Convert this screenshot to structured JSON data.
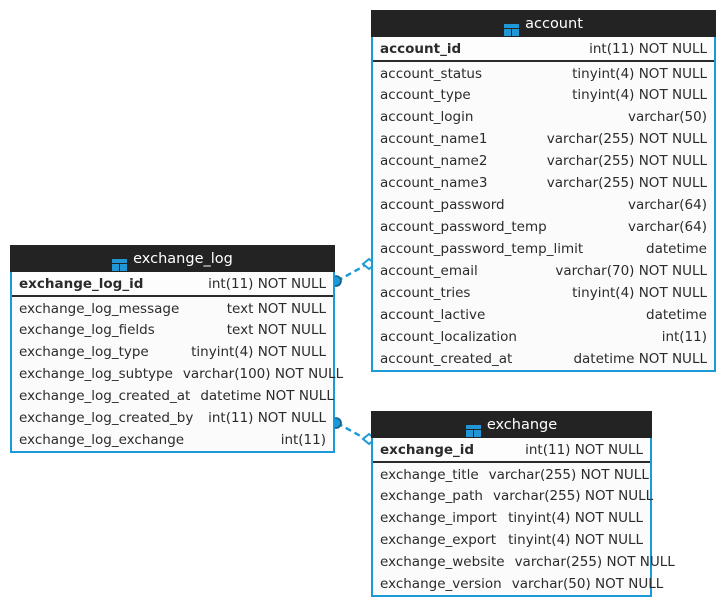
{
  "diagram": {
    "type": "entity-relationship-diagram",
    "accent_color": "#1a9ad7",
    "header_color": "#232323",
    "background": "#ffffff",
    "table_icon_name": "table-icon"
  },
  "tables": [
    {
      "id": "account",
      "name": "account",
      "primary_key": {
        "name": "account_id",
        "type": "int(11) NOT NULL"
      },
      "columns": [
        {
          "name": "account_status",
          "type": "tinyint(4) NOT NULL"
        },
        {
          "name": "account_type",
          "type": "tinyint(4) NOT NULL"
        },
        {
          "name": "account_login",
          "type": "varchar(50)"
        },
        {
          "name": "account_name1",
          "type": "varchar(255) NOT NULL"
        },
        {
          "name": "account_name2",
          "type": "varchar(255) NOT NULL"
        },
        {
          "name": "account_name3",
          "type": "varchar(255) NOT NULL"
        },
        {
          "name": "account_password",
          "type": "varchar(64)"
        },
        {
          "name": "account_password_temp",
          "type": "varchar(64)"
        },
        {
          "name": "account_password_temp_limit",
          "type": "datetime"
        },
        {
          "name": "account_email",
          "type": "varchar(70) NOT NULL"
        },
        {
          "name": "account_tries",
          "type": "tinyint(4) NOT NULL"
        },
        {
          "name": "account_lactive",
          "type": "datetime"
        },
        {
          "name": "account_localization",
          "type": "int(11)"
        },
        {
          "name": "account_created_at",
          "type": "datetime NOT NULL"
        }
      ]
    },
    {
      "id": "exchange_log",
      "name": "exchange_log",
      "primary_key": {
        "name": "exchange_log_id",
        "type": "int(11) NOT NULL"
      },
      "columns": [
        {
          "name": "exchange_log_message",
          "type": "text NOT NULL"
        },
        {
          "name": "exchange_log_fields",
          "type": "text NOT NULL"
        },
        {
          "name": "exchange_log_type",
          "type": "tinyint(4) NOT NULL"
        },
        {
          "name": "exchange_log_subtype",
          "type": "varchar(100) NOT NULL"
        },
        {
          "name": "exchange_log_created_at",
          "type": "datetime NOT NULL"
        },
        {
          "name": "exchange_log_created_by",
          "type": "int(11) NOT NULL"
        },
        {
          "name": "exchange_log_exchange",
          "type": "int(11)"
        }
      ]
    },
    {
      "id": "exchange",
      "name": "exchange",
      "primary_key": {
        "name": "exchange_id",
        "type": "int(11) NOT NULL"
      },
      "columns": [
        {
          "name": "exchange_title",
          "type": "varchar(255) NOT NULL"
        },
        {
          "name": "exchange_path",
          "type": "varchar(255) NOT NULL"
        },
        {
          "name": "exchange_import",
          "type": "tinyint(4) NOT NULL"
        },
        {
          "name": "exchange_export",
          "type": "tinyint(4) NOT NULL"
        },
        {
          "name": "exchange_website",
          "type": "varchar(255) NOT NULL"
        },
        {
          "name": "exchange_version",
          "type": "varchar(50) NOT NULL"
        }
      ]
    }
  ],
  "relationships": [
    {
      "id": "rel-exchange-log-account",
      "from_table": "exchange_log",
      "from_marker": "dot",
      "to_table": "account",
      "to_marker": "diamond",
      "style": "dashed"
    },
    {
      "id": "rel-exchange-log-exchange",
      "from_table": "exchange_log",
      "from_marker": "dot",
      "to_table": "exchange",
      "to_marker": "diamond",
      "style": "dashed"
    }
  ]
}
